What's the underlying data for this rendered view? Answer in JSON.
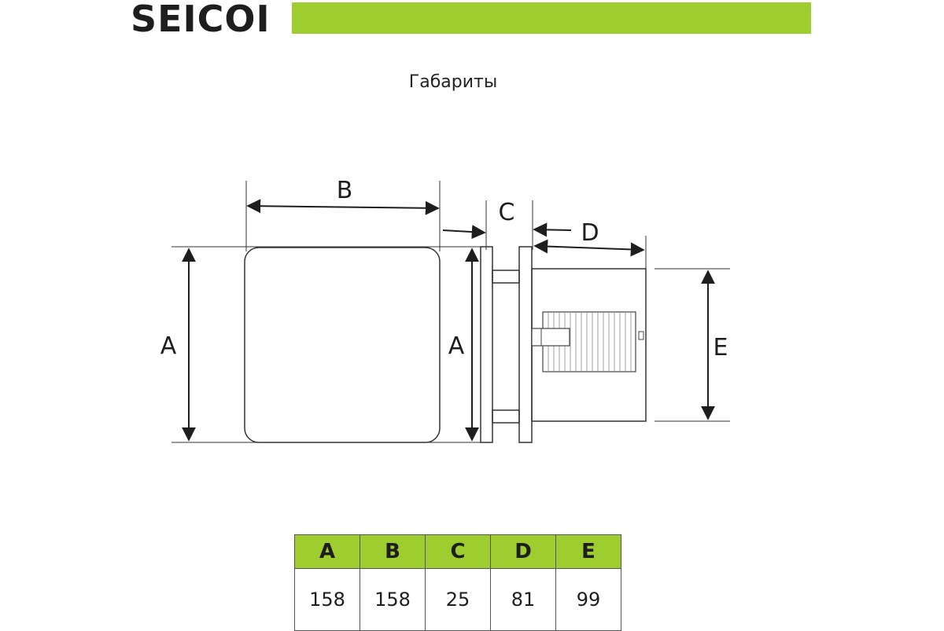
{
  "header": {
    "brand": "SEICOI",
    "accent_color": "#9dcd2f"
  },
  "title": "Габариты",
  "diagram": {
    "labels": {
      "front_width": "B",
      "front_height": "A",
      "plate_height": "A",
      "plate_depth": "C",
      "body_depth": "D",
      "body_height": "E"
    }
  },
  "table": {
    "headers": [
      "A",
      "B",
      "C",
      "D",
      "E"
    ],
    "values": [
      "158",
      "158",
      "25",
      "81",
      "99"
    ],
    "header_bg": "#9dcd2f"
  }
}
